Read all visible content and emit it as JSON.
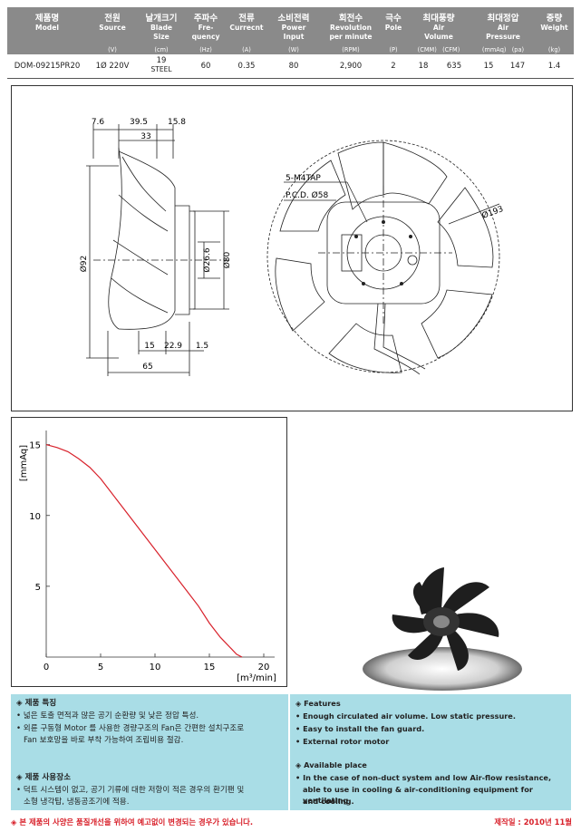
{
  "header": {
    "cols": [
      {
        "ko": "제품명",
        "en": "Model",
        "unit": ""
      },
      {
        "ko": "전원",
        "en": "Source",
        "unit": "(V)"
      },
      {
        "ko": "날개크기",
        "en": "Blade Size",
        "unit": "(cm)"
      },
      {
        "ko": "주파수",
        "en": "Fre- quency",
        "unit": "(Hz)"
      },
      {
        "ko": "전류",
        "en": "Currecnt",
        "unit": "(A)"
      },
      {
        "ko": "소비전력",
        "en": "Power Input",
        "unit": "(W)"
      },
      {
        "ko": "회전수",
        "en": "Revolution per minute",
        "unit": "(RPM)"
      },
      {
        "ko": "극수",
        "en": "Pole",
        "unit": "(P)"
      },
      {
        "ko": "최대풍량",
        "en": "Air Volume",
        "unit": "(CMM)   (CFM)"
      },
      {
        "ko": "최대정압",
        "en": "Air Pressure",
        "unit": "(mmAq)   (pa)"
      },
      {
        "ko": "중량",
        "en": "Weight",
        "unit": "(kg)"
      }
    ]
  },
  "spec": {
    "model": "DOM-09215PR20",
    "source": "1Ø 220V",
    "blade_a": "19",
    "blade_b": "STEEL",
    "freq": "60",
    "current": "0.35",
    "power": "80",
    "rpm": "2,900",
    "pole": "2",
    "cmm": "18",
    "cfm": "635",
    "mmaq": "15",
    "pa": "147",
    "weight": "1.4"
  },
  "drawing": {
    "d_top1": "7.6",
    "d_top2": "39.5",
    "d_top3": "15.8",
    "d_top4": "33",
    "d_92": "Ø92",
    "d_26": "Ø26.6",
    "d_80": "Ø80",
    "d_b1": "15",
    "d_b2": "22.9",
    "d_b3": "1.5",
    "d_b4": "65",
    "tap": "5-M4TAP",
    "pcd": "P.C.D. Ø58",
    "dia": "Ø193"
  },
  "chart_data": {
    "type": "line",
    "ylabel": "[mmAq]",
    "xlabel": "[m³/min]",
    "xlim": [
      0,
      21
    ],
    "ylim": [
      0,
      16
    ],
    "xticks": [
      "0",
      "5",
      "10",
      "15",
      "20"
    ],
    "yticks": [
      "5",
      "10",
      "15"
    ],
    "x": [
      0,
      1,
      2,
      3,
      4,
      5,
      6,
      7,
      8,
      9,
      10,
      11,
      12,
      13,
      14,
      15,
      16,
      17,
      17.5,
      18
    ],
    "y": [
      15.0,
      14.8,
      14.5,
      14.0,
      13.4,
      12.6,
      11.6,
      10.6,
      9.6,
      8.6,
      7.6,
      6.6,
      5.6,
      4.6,
      3.6,
      2.4,
      1.4,
      0.6,
      0.2,
      0.0
    ]
  },
  "features": {
    "ko_title": "◈ 제품 특징",
    "ko_1": "• 넓은 토출 면적과 많은 공기 순환량 및 낮은 정압 특성.",
    "ko_2": "• 외륜 구동형 Motor 를 사용한 경량구조의 Fan은 간편한 설치구조로",
    "ko_3": "Fan 보호망을 바로 부착 가능하여 조립비용 절감.",
    "ko_use_title": "◈ 제품 사용장소",
    "ko_use_1": "• 덕트 시스템이 없고, 공기 기류에 대한 저항이 적은 경우의 환기팬 및",
    "ko_use_2": "소형 냉각탑, 냉동공조기에 적용.",
    "en_title": "◈ Features",
    "en_1": "• Enough circulated air volume. Low static pressure.",
    "en_2": "• Easy to install the fan guard.",
    "en_3": "• External rotor motor",
    "en_use_title": "◈ Available place",
    "en_use_1": "• In the case of non-duct system and low Air-flow resistance,",
    "en_use_2": "able to use in cooling & air-conditioning equipment for ventilating",
    "en_use_3": "and cooling."
  },
  "footer": {
    "notice": "◈ 본 제품의 사양은 품질개선을 위하여 예고없이 변경되는 경우가 있습니다.",
    "date": "제작일 : 2010년 11월"
  }
}
